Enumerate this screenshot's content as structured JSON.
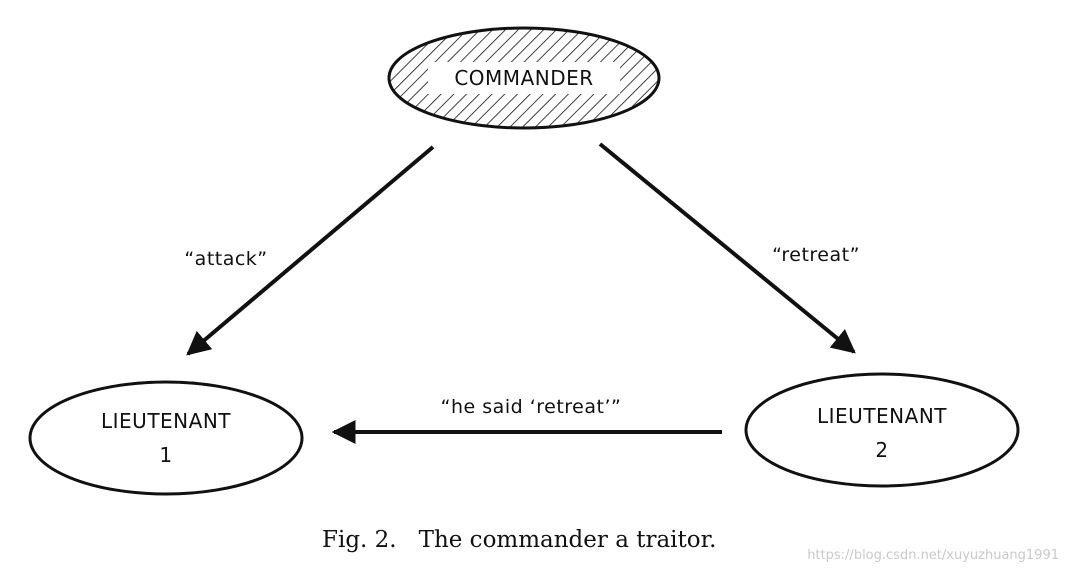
{
  "nodes": {
    "commander": {
      "label": "COMMANDER",
      "hatched": true
    },
    "lieutenant_1": {
      "line1": "LIEUTENANT",
      "line2": "1"
    },
    "lieutenant_2": {
      "line1": "LIEUTENANT",
      "line2": "2"
    }
  },
  "edges": {
    "commander_to_l1": {
      "label": "“attack”"
    },
    "commander_to_l2": {
      "label": "“retreat”"
    },
    "l2_to_l1": {
      "label": "“he said ‘retreat’”"
    }
  },
  "caption": {
    "number": "Fig. 2.",
    "text": "The commander a traitor."
  },
  "watermark": "https://blog.csdn.net/xuyuzhuang1991",
  "colors": {
    "ink": "#111111",
    "background": "#ffffff",
    "watermark": "#c9c9c9"
  }
}
